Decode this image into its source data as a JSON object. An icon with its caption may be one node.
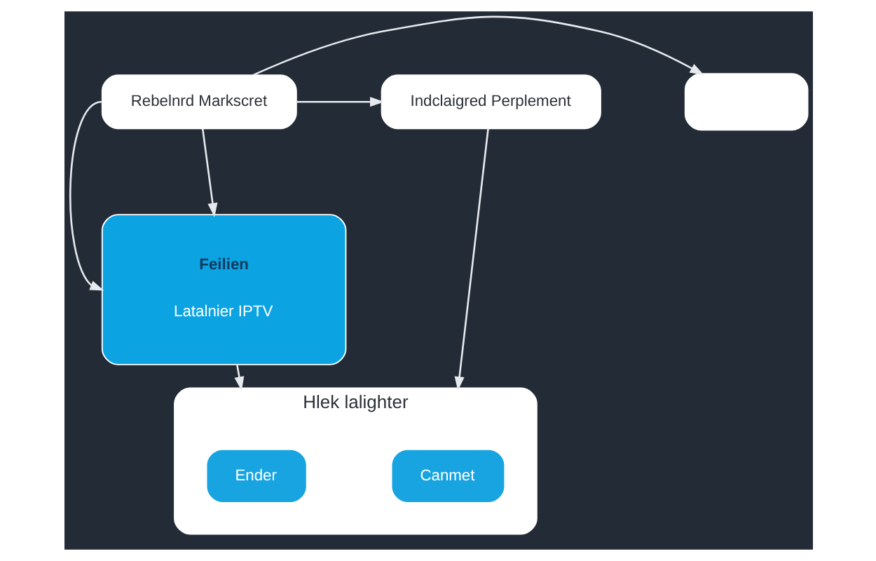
{
  "diagram": {
    "nodes": [
      {
        "text": [],
        "shape": "box"
      },
      {
        "text": [
          "Rebelnrd Markscret"
        ]
      },
      {
        "text": [
          "Indclaigred Perplement"
        ]
      },
      {
        "text": [
          "Feilien",
          "Latalnier IPTV"
        ]
      },
      {
        "text": [
          "Hlek lalighter"
        ]
      },
      {
        "text": [
          "Ender"
        ],
        "in": 4
      },
      {
        "text": [
          "Canmet"
        ],
        "in": 4
      }
    ],
    "edges": [
      {
        "from": 1,
        "to": 0,
        "arrow": "to"
      },
      {
        "from": 1,
        "to": 2,
        "arrow": "to"
      },
      {
        "from": 1,
        "to": 3,
        "arrow": "to"
      },
      {
        "from": 1,
        "to": 3,
        "arrow": "to"
      },
      {
        "from": 2,
        "to": 4,
        "arrow": "to"
      },
      {
        "from": 3,
        "to": 4,
        "arrow": "to"
      }
    ]
  }
}
